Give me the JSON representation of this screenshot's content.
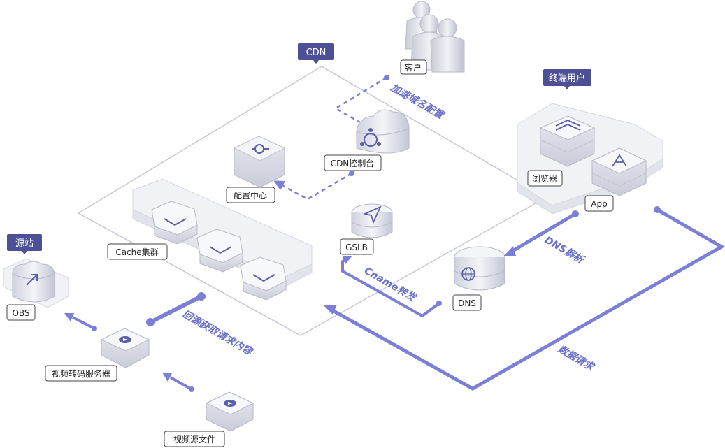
{
  "colors": {
    "accent": "#7b80d6",
    "tag": "#4d5095",
    "outline": "#c7c8d6",
    "box_top": "#f4f5f8",
    "box_side": "#d9dbe4"
  },
  "groups": {
    "cdn": "CDN",
    "end_user": "终端用户",
    "origin": "源站"
  },
  "nodes": {
    "customer": "客户",
    "cdn_console": "CDN控制台",
    "config_center": "配置中心",
    "cache_cluster": "Cache集群",
    "gslb": "GSLB",
    "browser": "浏览器",
    "app": "App",
    "dns": "DNS",
    "obs": "OBS",
    "transcoder": "视频转码服务器",
    "video_source": "视频源文件"
  },
  "icons": {
    "customer": "user-group-icon",
    "cdn_console": "network-cloud-icon",
    "config_center": "key-icon",
    "cache": "hexagon-server-icon",
    "gslb": "navigation-arrow-icon",
    "browser": "browser-window-icon",
    "app": "app-store-icon",
    "dns": "globe-icon",
    "obs": "upload-arrow-icon",
    "video": "play-button-icon"
  },
  "flows": {
    "domain_config": "加速域名配置",
    "dns_resolve": "DNS解析",
    "cname_forward": "Cname转发",
    "data_request": "数据请求",
    "back_to_origin": "回源获取请求内容"
  }
}
